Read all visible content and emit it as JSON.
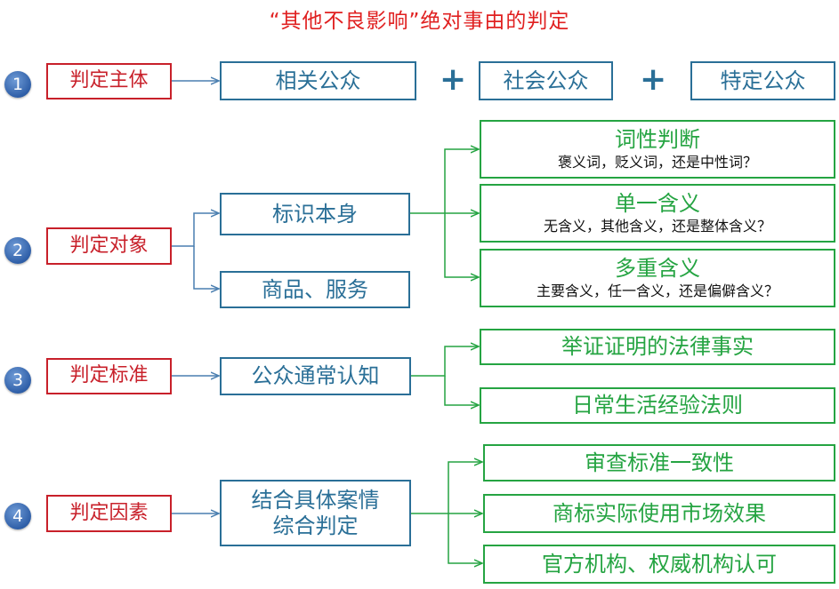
{
  "title": "“其他不良影响”绝对事由的判定",
  "rows": [
    {
      "number": "1",
      "label": "判定主体",
      "items": [
        "相关公众",
        "社会公众",
        "特定公众"
      ],
      "operator": "+"
    },
    {
      "number": "2",
      "label": "判定对象",
      "objects": [
        "标识本身",
        "商品、服务"
      ],
      "details": [
        {
          "main": "词性判断",
          "sub": "褒义词，贬义词，还是中性词？"
        },
        {
          "main": "单一含义",
          "sub": "无含义，其他含义，还是整体含义？"
        },
        {
          "main": "多重含义",
          "sub": "主要含义，任一含义，还是偏僻含义？"
        }
      ]
    },
    {
      "number": "3",
      "label": "判定标准",
      "basis": "公众通常认知",
      "items": [
        "举证证明的法律事实",
        "日常生活经验法则"
      ]
    },
    {
      "number": "4",
      "label": "判定因素",
      "basis": [
        "结合具体案情",
        "综合判定"
      ],
      "items": [
        "审查标准一致性",
        "商标实际使用市场效果",
        "官方机构、权威机构认可"
      ]
    }
  ],
  "colors": {
    "title": "#e02020",
    "label": "#c8202a",
    "primary": "#2a6f97",
    "secondary": "#25a442",
    "number_badge": "#2f5fa8"
  }
}
